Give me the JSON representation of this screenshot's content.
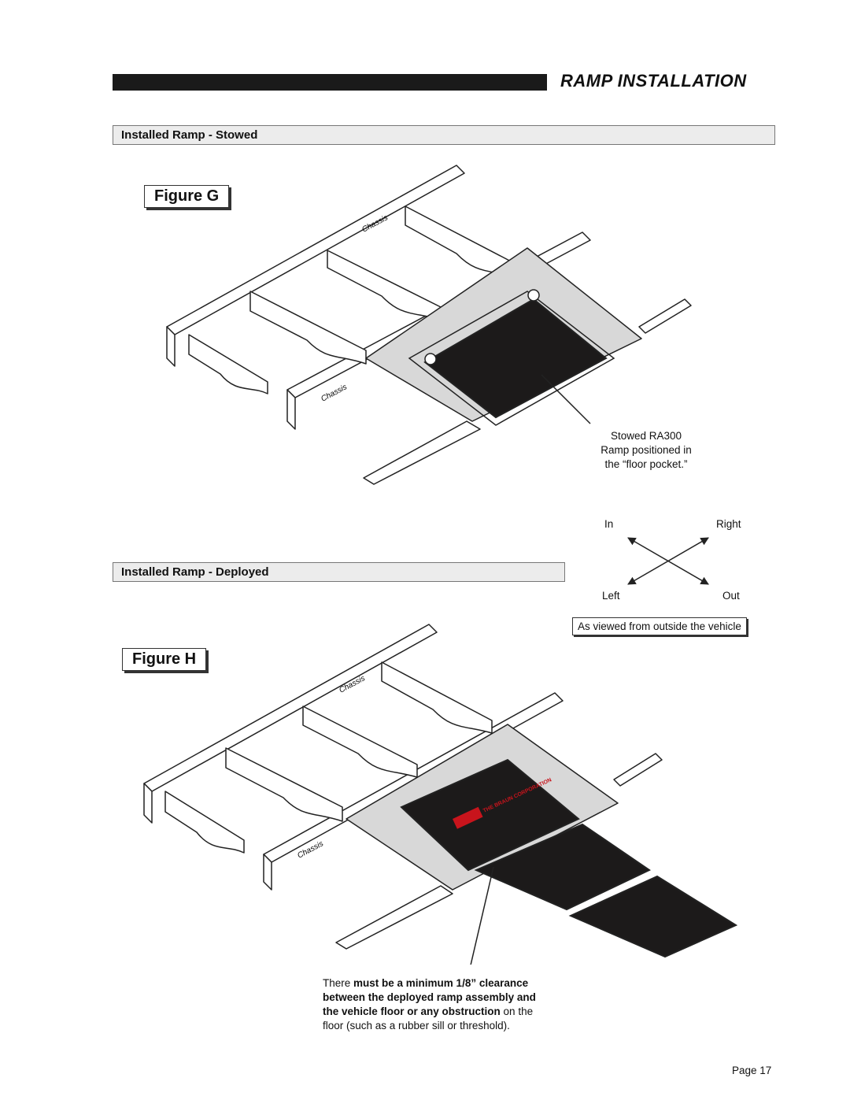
{
  "header": {
    "title": "RAMP INSTALLATION"
  },
  "sections": {
    "stowed": {
      "title": "Installed Ramp - Stowed"
    },
    "deployed": {
      "title": "Installed Ramp - Deployed"
    }
  },
  "figures": {
    "g": {
      "label": "Figure G",
      "chassis_top": "Chassis",
      "chassis_bottom": "Chassis"
    },
    "h": {
      "label": "Figure H",
      "chassis_top": "Chassis",
      "chassis_bottom": "Chassis",
      "logo_text": "THE BRAUN CORPORATION"
    }
  },
  "stowed_note": {
    "line1": "Stowed RA300",
    "line2": "Ramp positioned in",
    "line3": "the “floor pocket.”"
  },
  "compass": {
    "in": "In",
    "right": "Right",
    "left": "Left",
    "out": "Out",
    "caption": "As viewed from outside the vehicle"
  },
  "clearance_note": {
    "l1_plain": "There ",
    "l1_bold": "must be a minimum 1/8” clearance",
    "l2_bold": "between the deployed ramp assembly and",
    "l3_bold": "the vehicle floor or any obstruction",
    "l3_plain": " on the",
    "l4_plain": "floor (such as a rubber sill or threshold)."
  },
  "footer": {
    "page": "Page 17"
  },
  "colors": {
    "ramp_surface": "#1c1a1a",
    "pocket_fill": "#d8d8d8",
    "logo_red": "#c8141c"
  }
}
